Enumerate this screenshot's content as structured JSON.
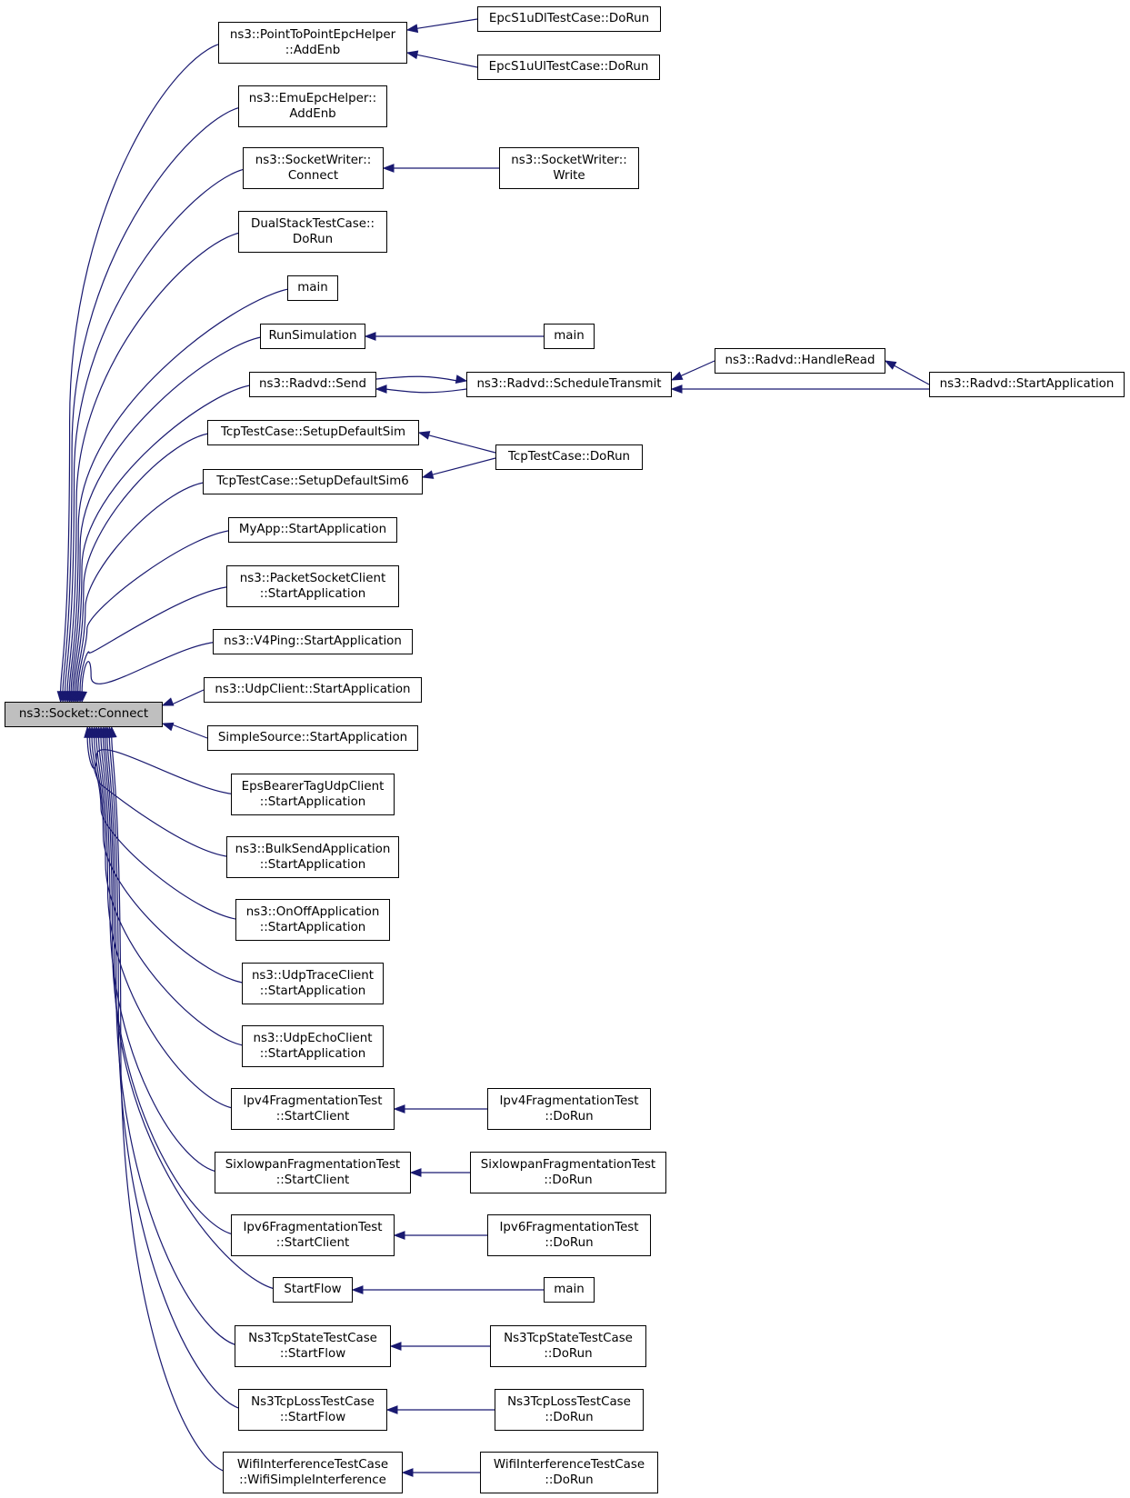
{
  "root": {
    "id": "n0",
    "lines": [
      "ns3::Socket::Connect"
    ]
  },
  "nodes": [
    {
      "id": "n1",
      "lines": [
        "ns3::PointToPointEpcHelper",
        "::AddEnb"
      ]
    },
    {
      "id": "n2",
      "lines": [
        "EpcS1uDlTestCase::DoRun"
      ]
    },
    {
      "id": "n3",
      "lines": [
        "EpcS1uUlTestCase::DoRun"
      ]
    },
    {
      "id": "n4",
      "lines": [
        "ns3::EmuEpcHelper::",
        "AddEnb"
      ]
    },
    {
      "id": "n5",
      "lines": [
        "ns3::SocketWriter::",
        "Connect"
      ]
    },
    {
      "id": "n6",
      "lines": [
        "ns3::SocketWriter::",
        "Write"
      ]
    },
    {
      "id": "n7",
      "lines": [
        "DualStackTestCase::",
        "DoRun"
      ]
    },
    {
      "id": "n8",
      "lines": [
        "main"
      ]
    },
    {
      "id": "n9",
      "lines": [
        "RunSimulation"
      ]
    },
    {
      "id": "n10",
      "lines": [
        "main"
      ]
    },
    {
      "id": "n11",
      "lines": [
        "ns3::Radvd::Send"
      ]
    },
    {
      "id": "n12",
      "lines": [
        "ns3::Radvd::ScheduleTransmit"
      ]
    },
    {
      "id": "n13",
      "lines": [
        "ns3::Radvd::HandleRead"
      ]
    },
    {
      "id": "n14",
      "lines": [
        "ns3::Radvd::StartApplication"
      ]
    },
    {
      "id": "n15",
      "lines": [
        "TcpTestCase::SetupDefaultSim"
      ]
    },
    {
      "id": "n16",
      "lines": [
        "TcpTestCase::DoRun"
      ]
    },
    {
      "id": "n17",
      "lines": [
        "TcpTestCase::SetupDefaultSim6"
      ]
    },
    {
      "id": "n18",
      "lines": [
        "MyApp::StartApplication"
      ]
    },
    {
      "id": "n19",
      "lines": [
        "ns3::PacketSocketClient",
        "::StartApplication"
      ]
    },
    {
      "id": "n20",
      "lines": [
        "ns3::V4Ping::StartApplication"
      ]
    },
    {
      "id": "n21",
      "lines": [
        "ns3::UdpClient::StartApplication"
      ]
    },
    {
      "id": "n22",
      "lines": [
        "SimpleSource::StartApplication"
      ]
    },
    {
      "id": "n23",
      "lines": [
        "EpsBearerTagUdpClient",
        "::StartApplication"
      ]
    },
    {
      "id": "n24",
      "lines": [
        "ns3::BulkSendApplication",
        "::StartApplication"
      ]
    },
    {
      "id": "n25",
      "lines": [
        "ns3::OnOffApplication",
        "::StartApplication"
      ]
    },
    {
      "id": "n26",
      "lines": [
        "ns3::UdpTraceClient",
        "::StartApplication"
      ]
    },
    {
      "id": "n27",
      "lines": [
        "ns3::UdpEchoClient",
        "::StartApplication"
      ]
    },
    {
      "id": "n28",
      "lines": [
        "Ipv4FragmentationTest",
        "::StartClient"
      ]
    },
    {
      "id": "n29",
      "lines": [
        "Ipv4FragmentationTest",
        "::DoRun"
      ]
    },
    {
      "id": "n30",
      "lines": [
        "SixlowpanFragmentationTest",
        "::StartClient"
      ]
    },
    {
      "id": "n31",
      "lines": [
        "SixlowpanFragmentationTest",
        "::DoRun"
      ]
    },
    {
      "id": "n32",
      "lines": [
        "Ipv6FragmentationTest",
        "::StartClient"
      ]
    },
    {
      "id": "n33",
      "lines": [
        "Ipv6FragmentationTest",
        "::DoRun"
      ]
    },
    {
      "id": "n34",
      "lines": [
        "StartFlow"
      ]
    },
    {
      "id": "n35",
      "lines": [
        "main"
      ]
    },
    {
      "id": "n36",
      "lines": [
        "Ns3TcpStateTestCase",
        "::StartFlow"
      ]
    },
    {
      "id": "n37",
      "lines": [
        "Ns3TcpStateTestCase",
        "::DoRun"
      ]
    },
    {
      "id": "n38",
      "lines": [
        "Ns3TcpLossTestCase",
        "::StartFlow"
      ]
    },
    {
      "id": "n39",
      "lines": [
        "Ns3TcpLossTestCase",
        "::DoRun"
      ]
    },
    {
      "id": "n40",
      "lines": [
        "WifiInterferenceTestCase",
        "::WifiSimpleInterference"
      ]
    },
    {
      "id": "n41",
      "lines": [
        "WifiInterferenceTestCase",
        "::DoRun"
      ]
    }
  ],
  "edges": [
    {
      "from": "n1",
      "to": "n0"
    },
    {
      "from": "n2",
      "to": "n1"
    },
    {
      "from": "n3",
      "to": "n1"
    },
    {
      "from": "n4",
      "to": "n0"
    },
    {
      "from": "n5",
      "to": "n0"
    },
    {
      "from": "n6",
      "to": "n5"
    },
    {
      "from": "n7",
      "to": "n0"
    },
    {
      "from": "n8",
      "to": "n0"
    },
    {
      "from": "n9",
      "to": "n0"
    },
    {
      "from": "n10",
      "to": "n9"
    },
    {
      "from": "n11",
      "to": "n0"
    },
    {
      "from": "n12",
      "to": "n11"
    },
    {
      "from": "n11",
      "to": "n12"
    },
    {
      "from": "n13",
      "to": "n12"
    },
    {
      "from": "n14",
      "to": "n12"
    },
    {
      "from": "n14",
      "to": "n13"
    },
    {
      "from": "n15",
      "to": "n0"
    },
    {
      "from": "n16",
      "to": "n15"
    },
    {
      "from": "n17",
      "to": "n0"
    },
    {
      "from": "n16",
      "to": "n17"
    },
    {
      "from": "n18",
      "to": "n0"
    },
    {
      "from": "n19",
      "to": "n0"
    },
    {
      "from": "n20",
      "to": "n0"
    },
    {
      "from": "n21",
      "to": "n0"
    },
    {
      "from": "n22",
      "to": "n0"
    },
    {
      "from": "n23",
      "to": "n0"
    },
    {
      "from": "n24",
      "to": "n0"
    },
    {
      "from": "n25",
      "to": "n0"
    },
    {
      "from": "n26",
      "to": "n0"
    },
    {
      "from": "n27",
      "to": "n0"
    },
    {
      "from": "n28",
      "to": "n0"
    },
    {
      "from": "n29",
      "to": "n28"
    },
    {
      "from": "n30",
      "to": "n0"
    },
    {
      "from": "n31",
      "to": "n30"
    },
    {
      "from": "n32",
      "to": "n0"
    },
    {
      "from": "n33",
      "to": "n32"
    },
    {
      "from": "n34",
      "to": "n0"
    },
    {
      "from": "n35",
      "to": "n34"
    },
    {
      "from": "n36",
      "to": "n0"
    },
    {
      "from": "n37",
      "to": "n36"
    },
    {
      "from": "n38",
      "to": "n0"
    },
    {
      "from": "n39",
      "to": "n38"
    },
    {
      "from": "n40",
      "to": "n0"
    },
    {
      "from": "n41",
      "to": "n40"
    }
  ]
}
